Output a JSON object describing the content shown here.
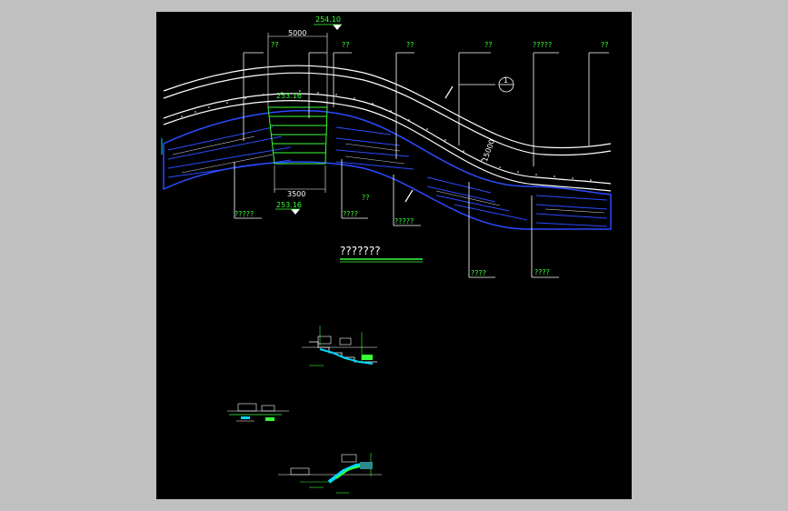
{
  "drawing": {
    "background": "#c0c0c0",
    "sheet_color": "#000000",
    "colors": {
      "label": "#39ff39",
      "leader": "#ffffff",
      "water": "#2b4bff",
      "cyan": "#00d8ff",
      "dimension": "#ffffff"
    }
  },
  "plan": {
    "elevations": {
      "top": "254.10",
      "water_upper": "253.16",
      "water_lower": "253.16"
    },
    "dimensions": {
      "top_width": "5000",
      "bottom_width": "3500",
      "slope_length": "15000"
    },
    "callouts_top": [
      "??",
      "??",
      "??",
      "??",
      "?????",
      "??"
    ],
    "callouts_bottom": [
      "?????",
      "????",
      "??",
      "?????",
      "????",
      "????"
    ],
    "section_marker": "1",
    "title": "???????"
  }
}
